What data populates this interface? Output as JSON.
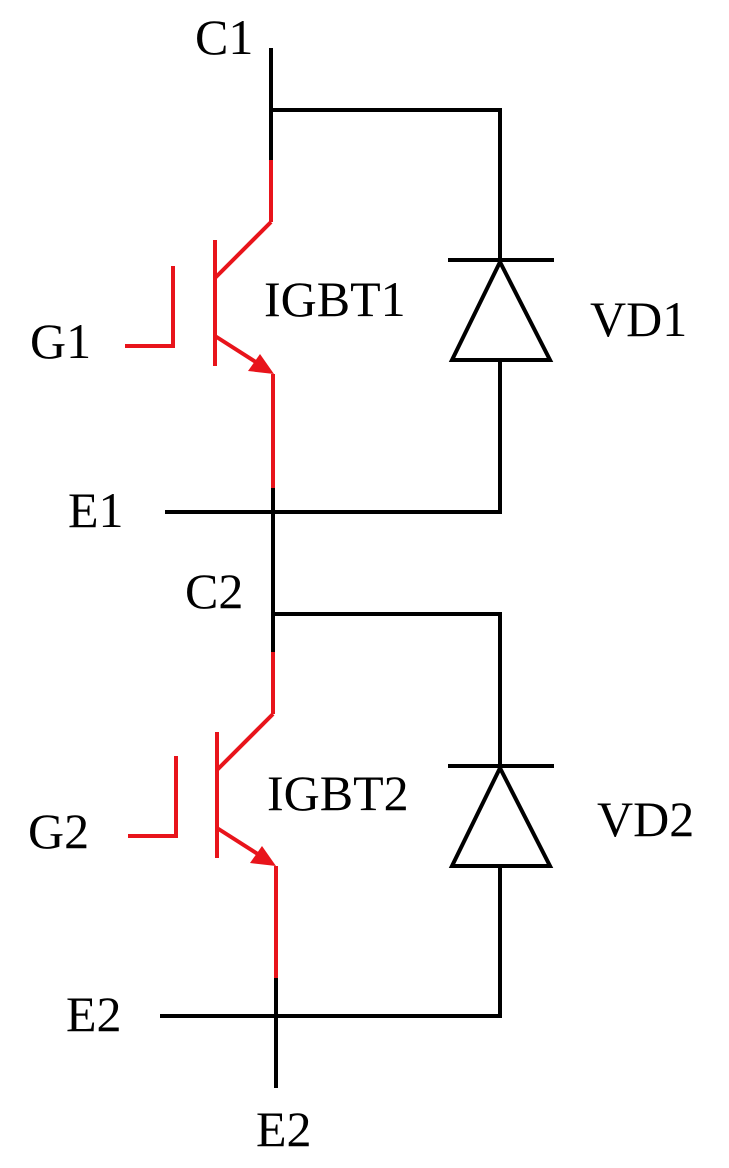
{
  "labels": {
    "c1": "C1",
    "g1": "G1",
    "igbt1": "IGBT1",
    "vd1": "VD1",
    "e1": "E1",
    "c2": "C2",
    "g2": "G2",
    "igbt2": "IGBT2",
    "vd2": "VD2",
    "e2_terminal": "E2",
    "e2_bottom": "E2"
  },
  "colors": {
    "wire": "#000000",
    "igbt": "#e8141b"
  }
}
